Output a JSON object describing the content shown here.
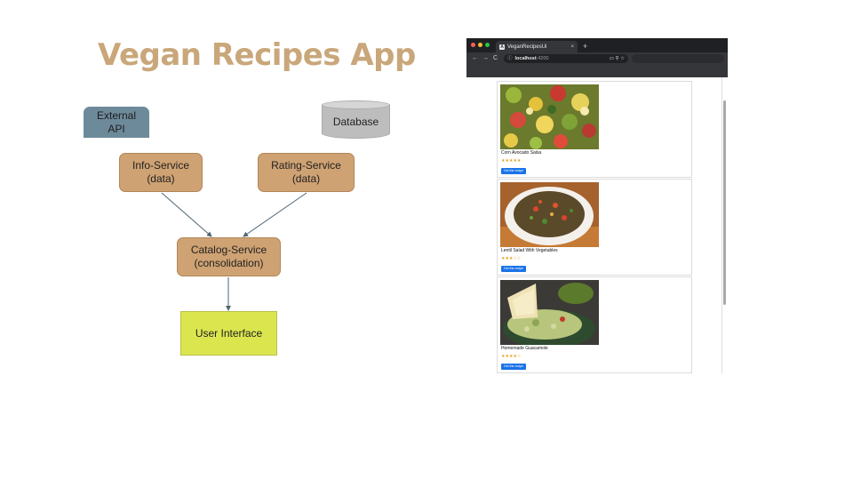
{
  "slide": {
    "title": "Vegan Recipes App"
  },
  "diagram": {
    "external_api": "External\nAPI",
    "database": "Database",
    "info_service": "Info-Service\n(data)",
    "rating_service": "Rating-Service\n(data)",
    "catalog_service": "Catalog-Service\n(consolidation)",
    "user_interface": "User Interface",
    "colors": {
      "service": "#cfa273",
      "ui": "#dbe64f",
      "external_api": "#6d8a9a",
      "database": "#bdbdbd",
      "title": "#c9a77a"
    }
  },
  "browser": {
    "tab_title": "VeganRecipesUi",
    "tab_favicon": "A",
    "tab_close": "×",
    "new_tab": "+",
    "url_host": "localhost",
    "url_port": ":4200",
    "nav": {
      "back": "←",
      "forward": "→",
      "reload": "C"
    },
    "recipes": [
      {
        "name": "Corn Avocado Salsa",
        "stars": "★★★★★",
        "button": "Get the recipe"
      },
      {
        "name": "Lentil Salad With Vegetables",
        "stars": "★★★☆☆",
        "button": "Get the recipe"
      },
      {
        "name": "Homemade Guacamole",
        "stars": "★★★★☆",
        "button": "Get the recipe"
      }
    ]
  }
}
